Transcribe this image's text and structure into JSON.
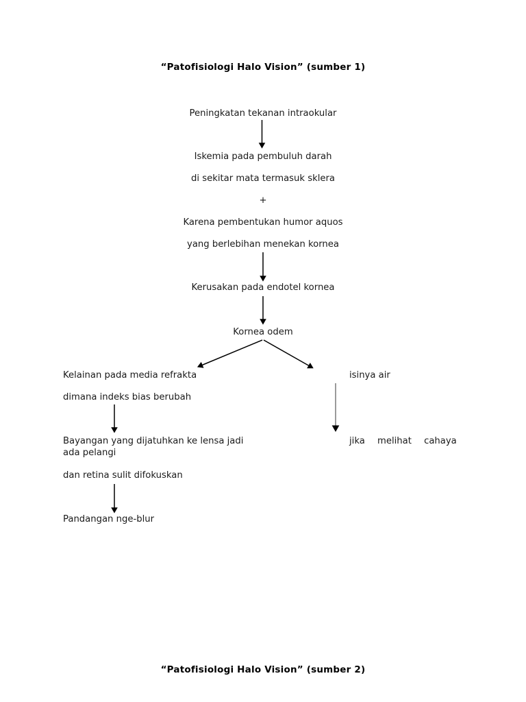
{
  "document": {
    "title_top": "“Patofisiologi Halo Vision” (sumber 1)",
    "title_bottom": "“Patofisiologi Halo Vision” (sumber 2)"
  },
  "colors": {
    "text": "#1a1a1a",
    "arrow_black": "#000000",
    "arrow_gray": "#808080",
    "background": "#ffffff"
  },
  "flowchart": {
    "type": "flowchart",
    "orientation": "top-to-bottom with one branch split",
    "nodes": [
      {
        "id": "n1",
        "label": "Peningkatan tekanan intraokular",
        "align": "center"
      },
      {
        "id": "n2",
        "label": "Iskemia pada pembuluh darah",
        "align": "center"
      },
      {
        "id": "n3",
        "label": "di sekitar mata termasuk sklera",
        "align": "center"
      },
      {
        "id": "plus",
        "label": "+",
        "align": "center"
      },
      {
        "id": "n4",
        "label": "Karena pembentukan humor aquos",
        "align": "center"
      },
      {
        "id": "n5",
        "label": "yang berlebihan menekan kornea",
        "align": "center"
      },
      {
        "id": "n6",
        "label": "Kerusakan pada endotel kornea",
        "align": "center"
      },
      {
        "id": "n7",
        "label": "Kornea odem",
        "align": "center"
      },
      {
        "id": "n8",
        "label": "Kelainan pada media refrakta",
        "align": "left"
      },
      {
        "id": "n9",
        "label": "dimana indeks bias berubah",
        "align": "left"
      },
      {
        "id": "n10",
        "label": "Bayangan yang dijatuhkan ke lensa jadi ada pelangi",
        "align": "left"
      },
      {
        "id": "n11",
        "label": "dan retina sulit difokuskan",
        "align": "left"
      },
      {
        "id": "n12",
        "label": "Pandangan nge-blur",
        "align": "left"
      },
      {
        "id": "n13",
        "label": "isinya air",
        "align": "right-column"
      },
      {
        "id": "n14",
        "label": "jika melihat cahaya",
        "align": "right-column"
      }
    ],
    "edges": [
      {
        "from": "n1",
        "to": "n2",
        "style": "solid-black-down-arrow"
      },
      {
        "from": "n5",
        "to": "n6",
        "style": "solid-black-down-arrow"
      },
      {
        "from": "n6",
        "to": "n7",
        "style": "solid-black-down-arrow"
      },
      {
        "from": "n7",
        "to": "n8",
        "style": "solid-black-diagonal-arrow-left"
      },
      {
        "from": "n7",
        "to": "n13",
        "style": "solid-black-diagonal-arrow-right"
      },
      {
        "from": "n9",
        "to": "n10",
        "style": "solid-black-down-arrow"
      },
      {
        "from": "n11",
        "to": "n12",
        "style": "solid-black-down-arrow"
      },
      {
        "from": "n13",
        "to": "n14",
        "style": "solid-gray-down-arrow"
      }
    ]
  }
}
